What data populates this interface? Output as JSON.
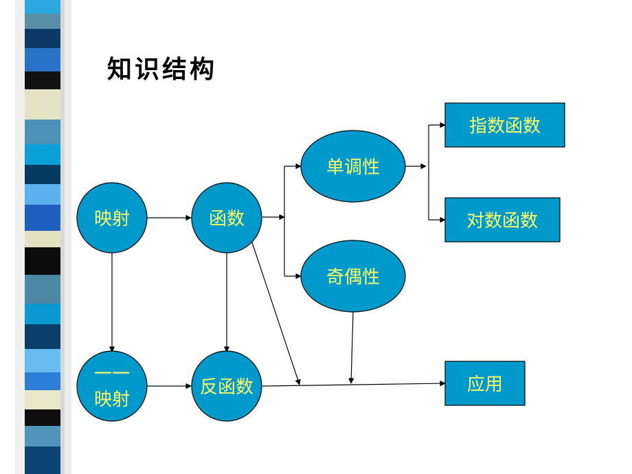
{
  "slide": {
    "title": "知识结构",
    "colors": {
      "node_fill": "#0099cc",
      "node_text": "#ffff66",
      "line": "#000000"
    }
  },
  "diagram": {
    "nodes": {
      "mapping": "映射",
      "function": "函数",
      "one_to_one_line1": "一一",
      "one_to_one_line2": "映射",
      "inverse_function": "反函数",
      "monotonicity": "单调性",
      "parity": "奇偶性",
      "exponential_function": "指数函数",
      "logarithmic_function": "对数函数",
      "application": "应用"
    }
  }
}
